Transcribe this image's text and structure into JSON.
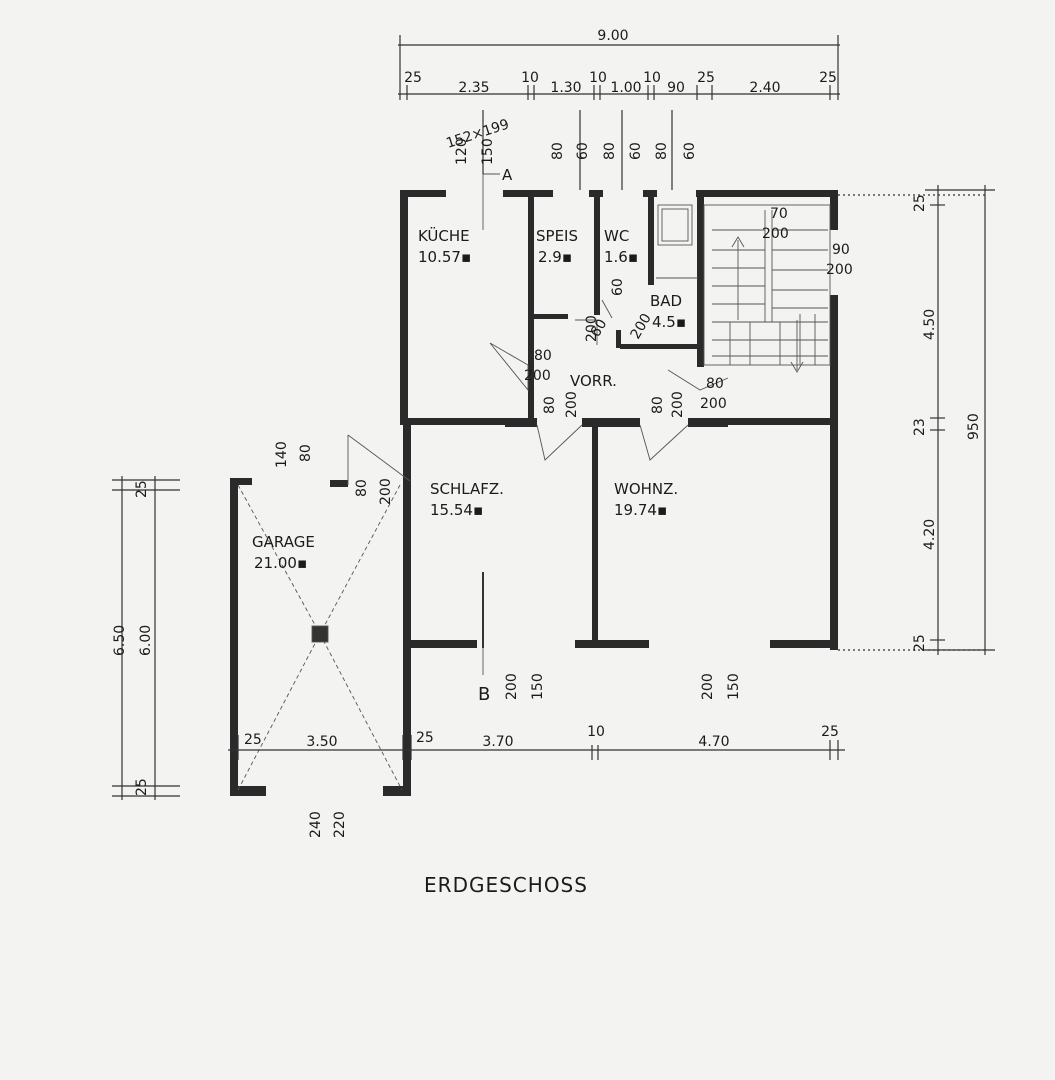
{
  "title": "ERDGESCHOSS",
  "rooms": {
    "kueche": {
      "name": "KÜCHE",
      "area": "10.57▪"
    },
    "speis": {
      "name": "SPEIS",
      "area": "2.9▪"
    },
    "wc": {
      "name": "WC",
      "area": "1.6▪"
    },
    "bad": {
      "name": "BAD",
      "area": "4.5▪"
    },
    "vorr": {
      "name": "VORR."
    },
    "schlafz": {
      "name": "SCHLAFZ.",
      "area": "15.54▪"
    },
    "wohnz": {
      "name": "WOHNZ.",
      "area": "19.74▪"
    },
    "garage": {
      "name": "GARAGE",
      "area": "21.00▪"
    }
  },
  "section_marks": {
    "a": "A",
    "b": "B"
  },
  "dimensions": {
    "top_total": "9.00",
    "top_chain": [
      "25",
      "2.35",
      "10",
      "1.30",
      "10",
      "1.00",
      "10",
      "90",
      "25",
      "2.40",
      "25"
    ],
    "window_top": [
      "120",
      "150",
      "80",
      "60",
      "80",
      "60",
      "80",
      "60"
    ],
    "right_chain": [
      "25",
      "4.50",
      "23",
      "4.20",
      "25"
    ],
    "right_total": "950",
    "bottom_chain": [
      "25",
      "3.50",
      "25",
      "3.70",
      "10",
      "4.70",
      "25"
    ],
    "left_outer": "6.50",
    "left_inner": "6.00",
    "left_small_top": "25",
    "left_small_bottom": "25",
    "garage_door": [
      "240",
      "220"
    ],
    "garage_window": [
      "140",
      "80"
    ],
    "doors": {
      "vorr_left": [
        "80",
        "200"
      ],
      "vorr_right": [
        "80",
        "200"
      ],
      "schlafz_door": [
        "80",
        "200"
      ],
      "wohnz_door": [
        "80",
        "200"
      ],
      "garage_side": [
        "80",
        "200"
      ],
      "bad_door": [
        "60",
        "200"
      ],
      "wc_door": [
        "60",
        "200"
      ],
      "stair_top": [
        "70",
        "200"
      ],
      "stair_window": [
        "90",
        "200"
      ],
      "south_left": [
        "200",
        "150"
      ],
      "south_right": [
        "200",
        "150"
      ]
    },
    "annotation": "152×199"
  }
}
